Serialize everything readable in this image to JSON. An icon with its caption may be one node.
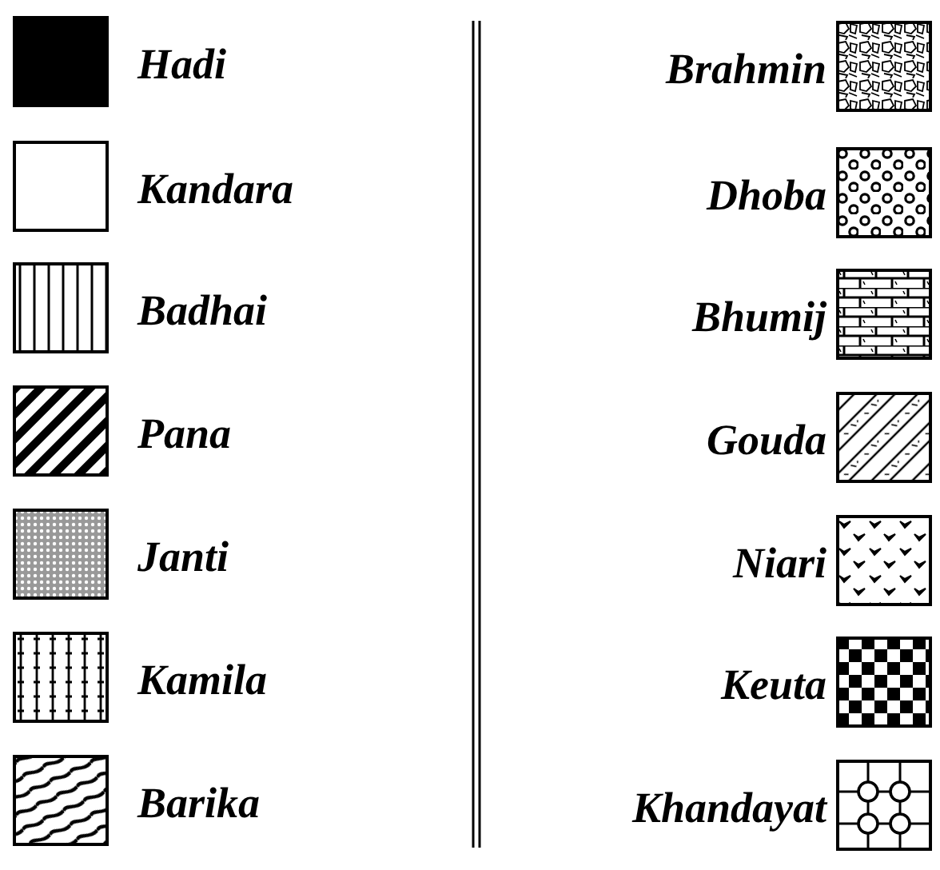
{
  "diagram": {
    "legend": [
      {
        "text": "Hadi"
      },
      {
        "text": "Kandara"
      },
      {
        "text": "Badhai"
      },
      {
        "text": "Pana"
      },
      {
        "text": "Janti"
      },
      {
        "text": "Kamila"
      },
      {
        "text": "Barika"
      },
      {
        "text": "Brahmin"
      },
      {
        "text": "Dhoba"
      },
      {
        "text": "Bhumij"
      },
      {
        "text": "Gouda"
      },
      {
        "text": "Niari"
      },
      {
        "text": "Keuta"
      },
      {
        "text": "Khandayat"
      }
    ]
  }
}
